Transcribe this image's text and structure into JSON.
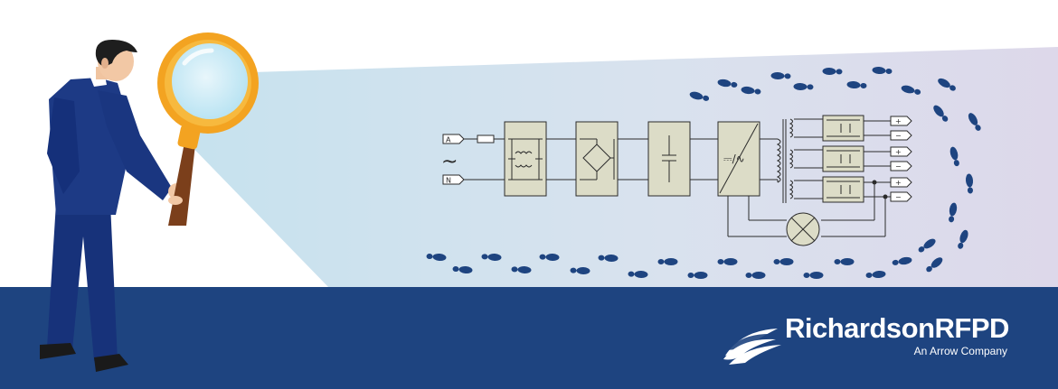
{
  "colors": {
    "banner": "#1e4480",
    "beam_start": "#c8e3ee",
    "beam_end": "#ddd8ea",
    "footprint": "#1e4480",
    "block_fill": "#dcdcc7",
    "wire": "#2b2b2b",
    "suit": "#1d3a85",
    "lens_rim": "#f3a321",
    "handle": "#7b3f1b"
  },
  "circuit": {
    "input_a": "A",
    "input_n": "N",
    "ac_symbol": "~",
    "converter_symbol": "⎓/∿",
    "plus": "+",
    "minus": "−"
  },
  "logo": {
    "name": "RichardsonRFPD",
    "tagline": "An Arrow Company"
  },
  "icons": [
    "magnifying-glass-icon",
    "footprint-icon",
    "wave-logo-icon"
  ]
}
